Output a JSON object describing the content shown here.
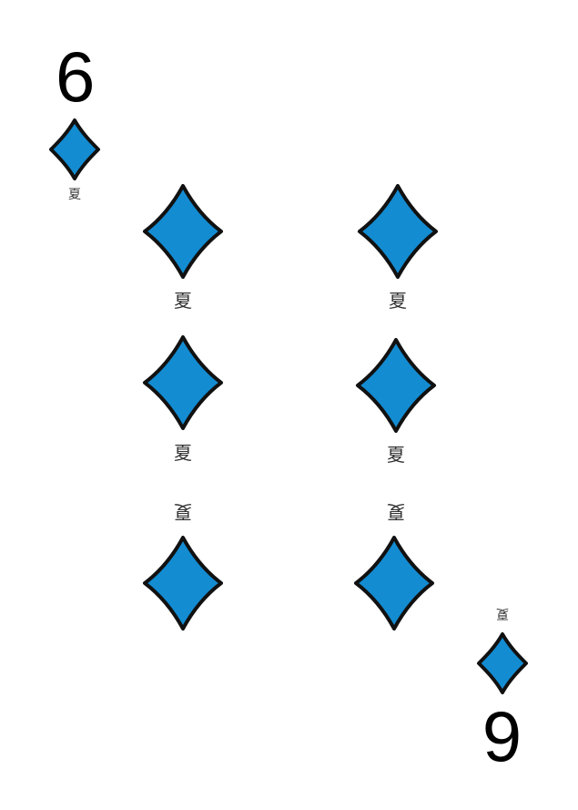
{
  "card": {
    "rank": "6",
    "suit": "diamonds",
    "suit_icon": "diamond-icon",
    "suit_color": "#138cd2",
    "outline_color": "#111111",
    "pip_caption": "夏"
  }
}
